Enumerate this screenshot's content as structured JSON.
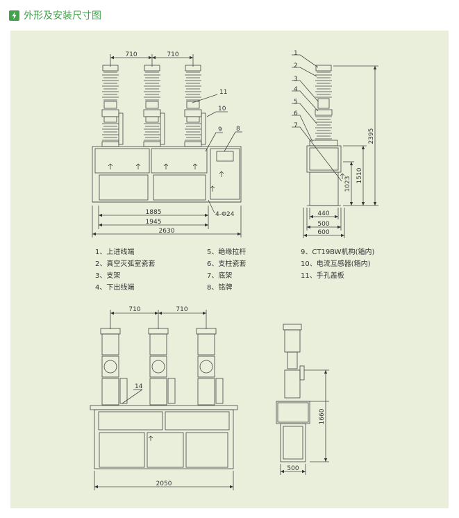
{
  "header": {
    "title": "外形及安装尺寸图",
    "icon": "lightning-icon"
  },
  "colors": {
    "accent": "#41a34a",
    "panel": "#e9efdb",
    "line": "#444444"
  },
  "top_front": {
    "dims": {
      "pitch_a": "710",
      "pitch_b": "710",
      "d1885": "1885",
      "d1945": "1945",
      "d2630": "2630",
      "holes": "4-Φ24"
    },
    "callouts": {
      "c11": "11",
      "c10": "10",
      "c9": "9",
      "c8": "8"
    }
  },
  "top_side": {
    "callouts": [
      "1",
      "2",
      "3",
      "4",
      "5",
      "6",
      "7"
    ],
    "dims": {
      "h2395": "2395",
      "h1510": "1510",
      "h1023": "1023",
      "w440": "440",
      "w500": "500",
      "w600": "600"
    }
  },
  "legend": [
    [
      "1、上进线端",
      "5、绝缘拉杆",
      "9、CT19BW机构(箱内)"
    ],
    [
      "2、真空灭弧室瓷套",
      "6、支柱瓷套",
      "10、电流互感器(箱内)"
    ],
    [
      "3、支架",
      "7、底架",
      "11、手孔盖板"
    ],
    [
      "4、下出线端",
      "8、铭牌",
      ""
    ]
  ],
  "bottom_front": {
    "dims": {
      "pitch_a": "710",
      "pitch_b": "710",
      "d2050": "2050"
    },
    "callouts": {
      "c14": "14"
    }
  },
  "bottom_side": {
    "dims": {
      "h1660": "1660",
      "w500": "500"
    }
  }
}
